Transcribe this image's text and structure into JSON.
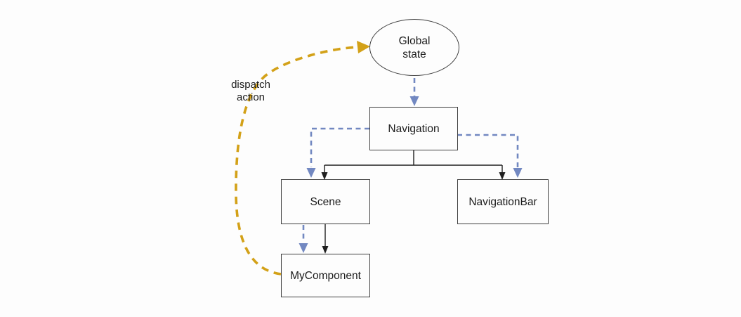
{
  "colors": {
    "background": "#fdfdfd",
    "node_fill": "#fdfdfd",
    "node_border": "#3f3f3f",
    "text": "#1c1c1c",
    "flow_blue": "#7288c1",
    "dispatch_gold": "#d3a118",
    "tree_black": "#1f1f1f"
  },
  "nodes": {
    "global_state": {
      "label": "Global state",
      "shape": "ellipse"
    },
    "navigation": {
      "label": "Navigation",
      "shape": "rect"
    },
    "scene": {
      "label": "Scene",
      "shape": "rect"
    },
    "navigation_bar": {
      "label": "NavigationBar",
      "shape": "rect"
    },
    "my_component": {
      "label": "MyComponent",
      "shape": "rect"
    }
  },
  "edge_labels": {
    "dispatch": "dispatch action"
  },
  "edges": [
    {
      "from": "global_state",
      "to": "navigation",
      "style": "dashed",
      "color": "blue"
    },
    {
      "from": "navigation",
      "to": "scene",
      "style": "dashed",
      "color": "blue"
    },
    {
      "from": "navigation",
      "to": "navigation_bar",
      "style": "dashed",
      "color": "blue"
    },
    {
      "from": "scene",
      "to": "my_component",
      "style": "dashed",
      "color": "blue"
    },
    {
      "from": "navigation",
      "to": "scene",
      "style": "solid",
      "color": "black"
    },
    {
      "from": "navigation",
      "to": "navigation_bar",
      "style": "solid",
      "color": "black"
    },
    {
      "from": "scene",
      "to": "my_component",
      "style": "solid",
      "color": "black"
    },
    {
      "from": "my_component",
      "to": "global_state",
      "style": "dashed",
      "color": "gold",
      "label": "dispatch action"
    }
  ]
}
